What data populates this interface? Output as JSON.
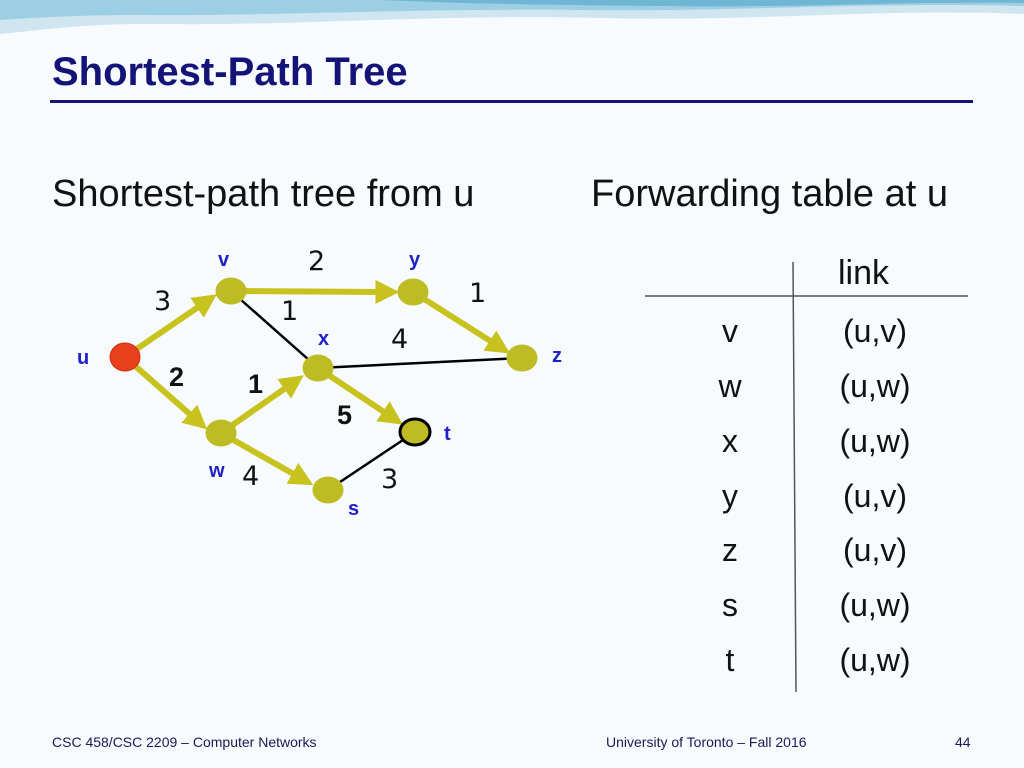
{
  "slide": {
    "title": "Shortest-Path Tree",
    "left_heading": "Shortest-path tree from u",
    "right_heading": "Forwarding table at u",
    "footer_left": "CSC 458/CSC 2209 – Computer Networks",
    "footer_mid": "University of Toronto – Fall 2016",
    "page_number": "44"
  },
  "graph": {
    "nodes": {
      "u": "u",
      "v": "v",
      "w": "w",
      "x": "x",
      "y": "y",
      "z": "z",
      "s": "s",
      "t": "t"
    },
    "weights": {
      "u_v": "3",
      "u_w": "2",
      "v_y": "2",
      "v_x": "1",
      "y_z": "1",
      "x_z": "4",
      "w_x": "1",
      "x_t": "5",
      "w_s": "4",
      "s_t": "3"
    }
  },
  "forwarding_table": {
    "link_header": "link",
    "rows": [
      {
        "dest": "v",
        "link": "(u,v)"
      },
      {
        "dest": "w",
        "link": "(u,w)"
      },
      {
        "dest": "x",
        "link": "(u,w)"
      },
      {
        "dest": "y",
        "link": "(u,v)"
      },
      {
        "dest": "z",
        "link": "(u,v)"
      },
      {
        "dest": "s",
        "link": "(u,w)"
      },
      {
        "dest": "t",
        "link": "(u,w)"
      }
    ]
  },
  "colors": {
    "title": "#141478",
    "tree_edge": "#c8c21e",
    "node": "#bdbc24",
    "source_node": "#e8401c",
    "node_label": "#2020c8"
  }
}
